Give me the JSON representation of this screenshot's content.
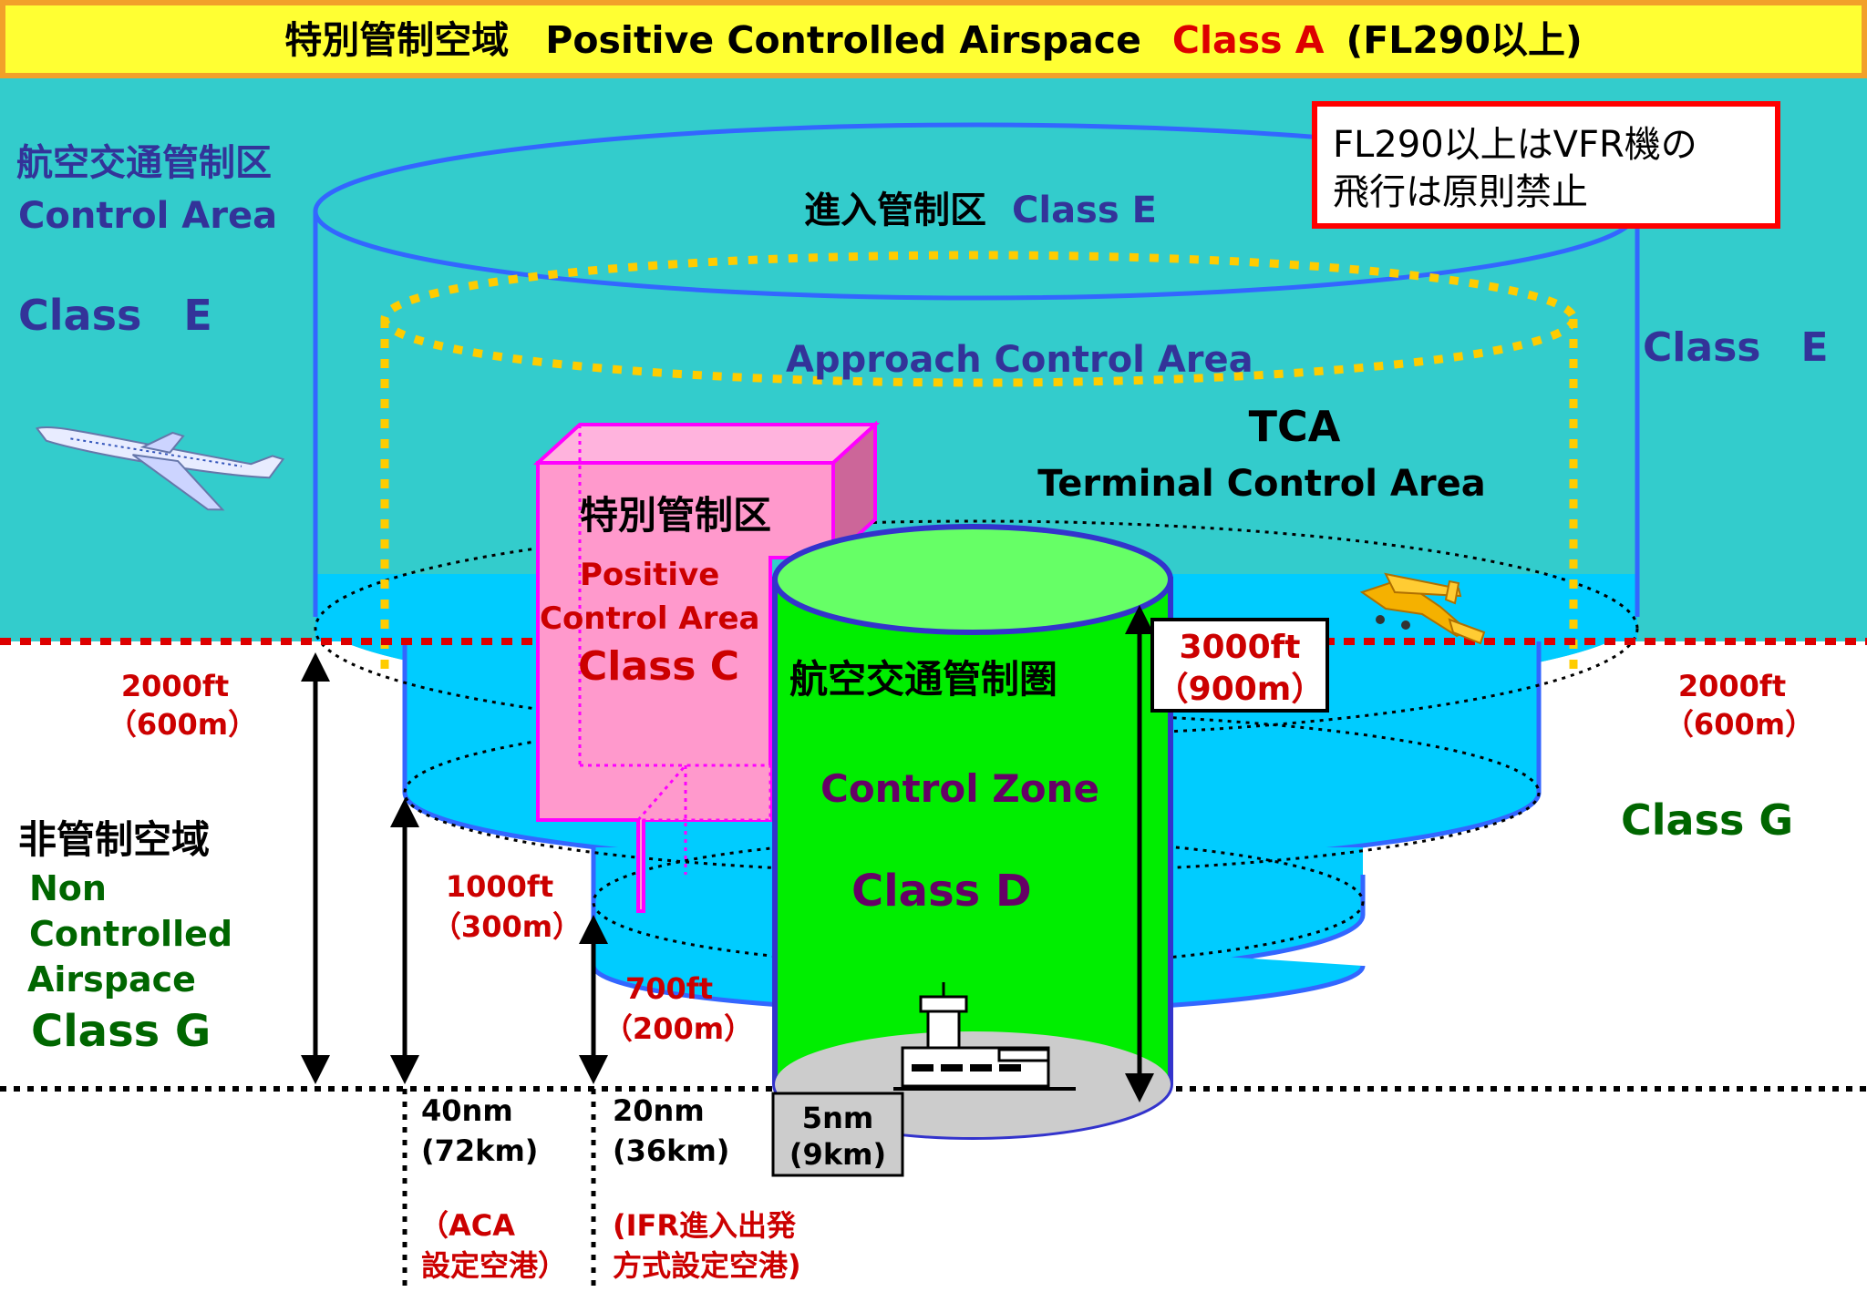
{
  "header": {
    "ja": "特別管制空域",
    "en": "Positive Controlled Airspace",
    "class": "Class A",
    "note": "(FL290以上)"
  },
  "notice": {
    "line1": "FL290以上はVFR機の",
    "line2": "飛行は原則禁止"
  },
  "control_area": {
    "ja": "航空交通管制区",
    "en": "Control Area",
    "class": "Class　E"
  },
  "right_class_e": "Class　E",
  "approach": {
    "title_ja": "進入管制区",
    "title_class": "Class E",
    "en": "Approach Control Area"
  },
  "tca": {
    "abbr": "TCA",
    "en": "Terminal Control Area"
  },
  "positive_control": {
    "ja": "特別管制区",
    "en1": "Positive",
    "en2": "Control Area",
    "class": "Class C"
  },
  "control_zone": {
    "ja": "航空交通管制圏",
    "en": "Control Zone",
    "class": "Class D"
  },
  "altitudes": {
    "left_2000_ft": "2000ft",
    "left_2000_m": "（600m）",
    "right_2000_ft": "2000ft",
    "right_2000_m": "（600m）",
    "a1000_ft": "1000ft",
    "a1000_m": "（300m）",
    "a700_ft": "700ft",
    "a700_m": "（200m）",
    "a3000_ft": "3000ft",
    "a3000_m": "（900m）"
  },
  "non_controlled": {
    "ja": "非管制空域",
    "en1": "Non",
    "en2": "Controlled",
    "en3": "Airspace",
    "class": "Class G"
  },
  "right_class_g": "Class G",
  "radii": {
    "r40_nm": "40nm",
    "r40_km": "(72km)",
    "r40_note1": "（ACA",
    "r40_note2": "設定空港）",
    "r20_nm": "20nm",
    "r20_km": "(36km)",
    "r20_note1": "(IFR進入出発",
    "r20_note2": "方式設定空港)",
    "r5_nm": "5nm",
    "r5_km": "(9km)"
  },
  "colors": {
    "header_bg": "#ffff33",
    "header_border": "#f2a02a",
    "sky": "#33cccc",
    "cylinder_fill": "#00ccff",
    "cylinder_stroke": "#3366ff",
    "dark_blue_text": "#333399",
    "red_text": "#cc0000",
    "pink_fill": "#ff99cc",
    "pink_stroke": "#ff00ff",
    "green_fill": "#66ff66",
    "green_zone": "#00ee00",
    "purple_text": "#660066",
    "dark_green_text": "#006600",
    "tca_dots": "#ffcc00"
  },
  "icons": {
    "airliner": "airliner-icon",
    "small_plane": "small-plane-icon",
    "control_tower": "control-tower-icon"
  }
}
